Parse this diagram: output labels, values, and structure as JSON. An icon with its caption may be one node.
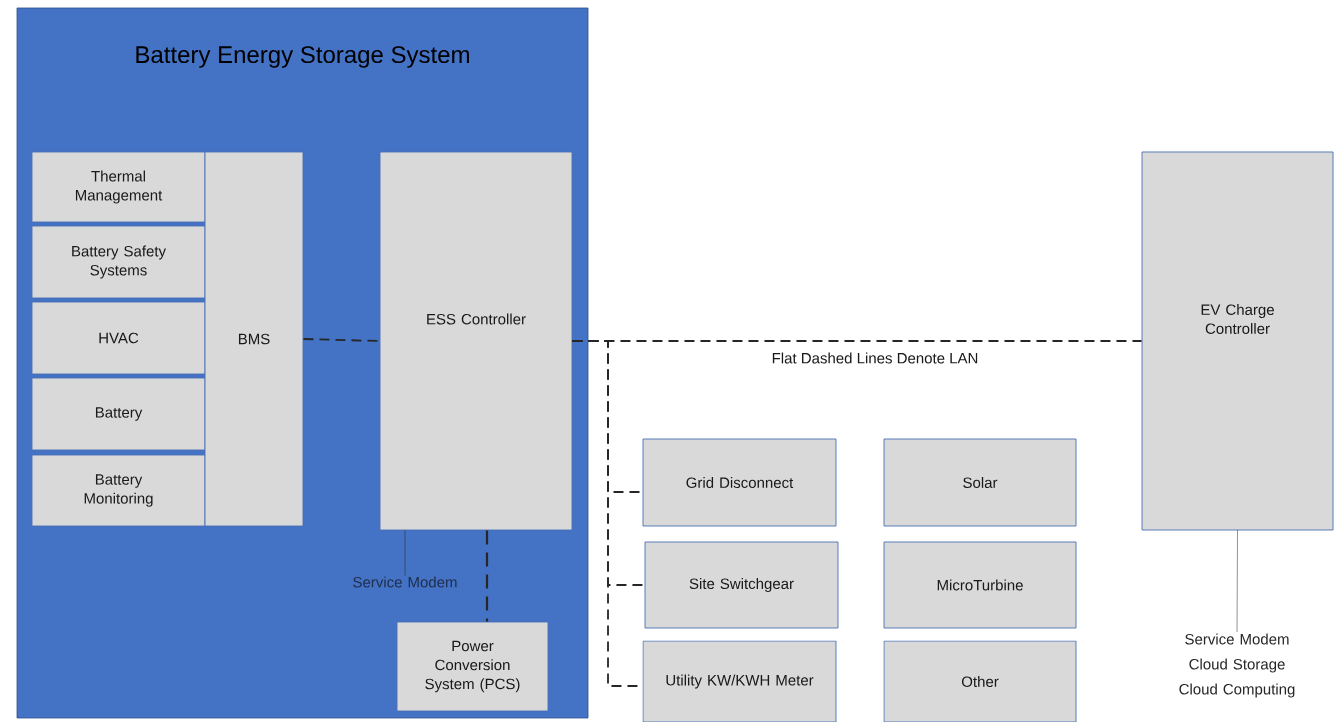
{
  "diagram": {
    "nodes": [
      {
        "text": [
          "Battery Energy Storage System"
        ]
      },
      {
        "text": [
          "Thermal Management"
        ],
        "in": 0
      },
      {
        "text": [
          "Battery Safety Systems"
        ],
        "in": 0
      },
      {
        "text": [
          "HVAC"
        ],
        "in": 0
      },
      {
        "text": [
          "Battery"
        ],
        "in": 0
      },
      {
        "text": [
          "Battery Monitoring"
        ],
        "in": 0
      },
      {
        "text": [
          "BMS"
        ],
        "in": 0
      },
      {
        "text": [
          "ESS Controller"
        ],
        "in": 0
      },
      {
        "text": [
          "Service Modem"
        ],
        "in": 0
      },
      {
        "text": [
          "Power Conversion System (PCS)"
        ],
        "in": 0
      },
      {
        "text": [
          "EV Charge Controller"
        ]
      },
      {
        "text": [
          "Grid  Disconnect"
        ]
      },
      {
        "text": [
          "Site Switchgear"
        ]
      },
      {
        "text": [
          "Utility KW/KWH Meter"
        ]
      },
      {
        "text": [
          "Solar"
        ]
      },
      {
        "text": [
          "MicroTurbine"
        ]
      },
      {
        "text": [
          "Other"
        ]
      },
      {
        "text": [
          "Service Modem",
          "Cloud Storage",
          "Cloud Computing"
        ]
      }
    ],
    "edges": [
      {
        "from": 6,
        "to": 7,
        "arrow": "none",
        "style": "dashed"
      },
      {
        "from": 7,
        "to": 10,
        "arrow": "none",
        "style": "dashed",
        "label": "Flat Dashed Lines Denote LAN"
      },
      {
        "from": 7,
        "to": 11,
        "arrow": "none",
        "style": "dashed"
      },
      {
        "from": 7,
        "to": 12,
        "arrow": "none",
        "style": "dashed"
      },
      {
        "from": 7,
        "to": 13,
        "arrow": "none",
        "style": "dashed"
      },
      {
        "from": 7,
        "to": 8,
        "arrow": "none"
      },
      {
        "from": 7,
        "to": 9,
        "arrow": "none",
        "style": "dashed"
      },
      {
        "from": 10,
        "to": 17,
        "arrow": "none"
      }
    ]
  }
}
